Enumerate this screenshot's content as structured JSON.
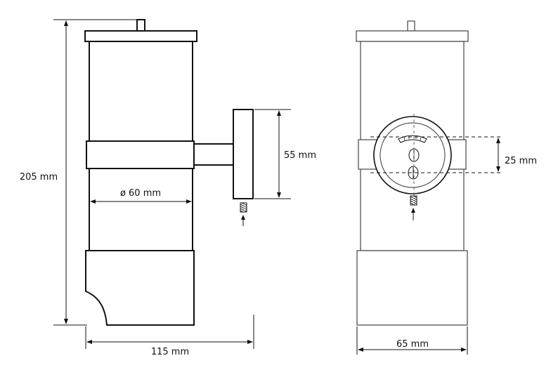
{
  "labels": {
    "height": "205 mm",
    "diameter": "ø 60 mm",
    "plate": "55 mm",
    "width_side": "115 mm",
    "width_front": "65 mm",
    "spacing": "25 mm"
  }
}
